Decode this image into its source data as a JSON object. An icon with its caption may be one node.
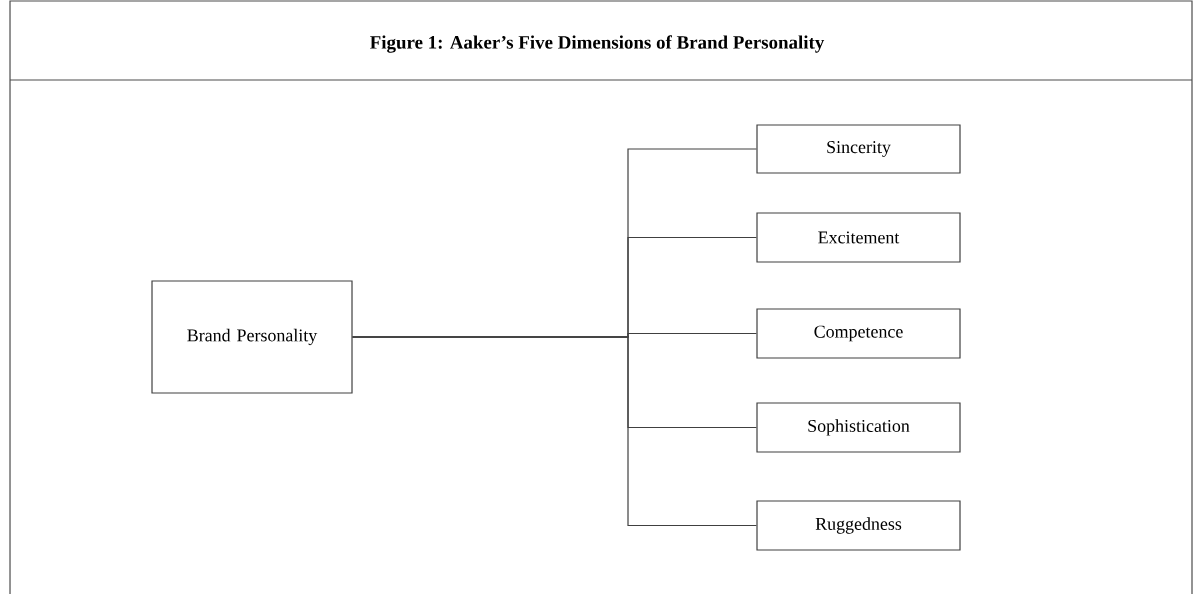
{
  "diagram": {
    "title": "Figure 1: Aaker’s Five Dimensions of Brand Personality",
    "nodes": [
      {
        "text": [
          "Brand Personality"
        ]
      },
      {
        "text": [
          "Sincerity"
        ]
      },
      {
        "text": [
          "Excitement"
        ]
      },
      {
        "text": [
          "Competence"
        ]
      },
      {
        "text": [
          "Sophistication"
        ]
      },
      {
        "text": [
          "Ruggedness"
        ]
      }
    ],
    "edges": [
      {
        "from": 0,
        "to": 1,
        "arrow": "none"
      },
      {
        "from": 0,
        "to": 2,
        "arrow": "none"
      },
      {
        "from": 0,
        "to": 3,
        "arrow": "none"
      },
      {
        "from": 0,
        "to": 4,
        "arrow": "none"
      },
      {
        "from": 0,
        "to": 5,
        "arrow": "none"
      }
    ]
  }
}
